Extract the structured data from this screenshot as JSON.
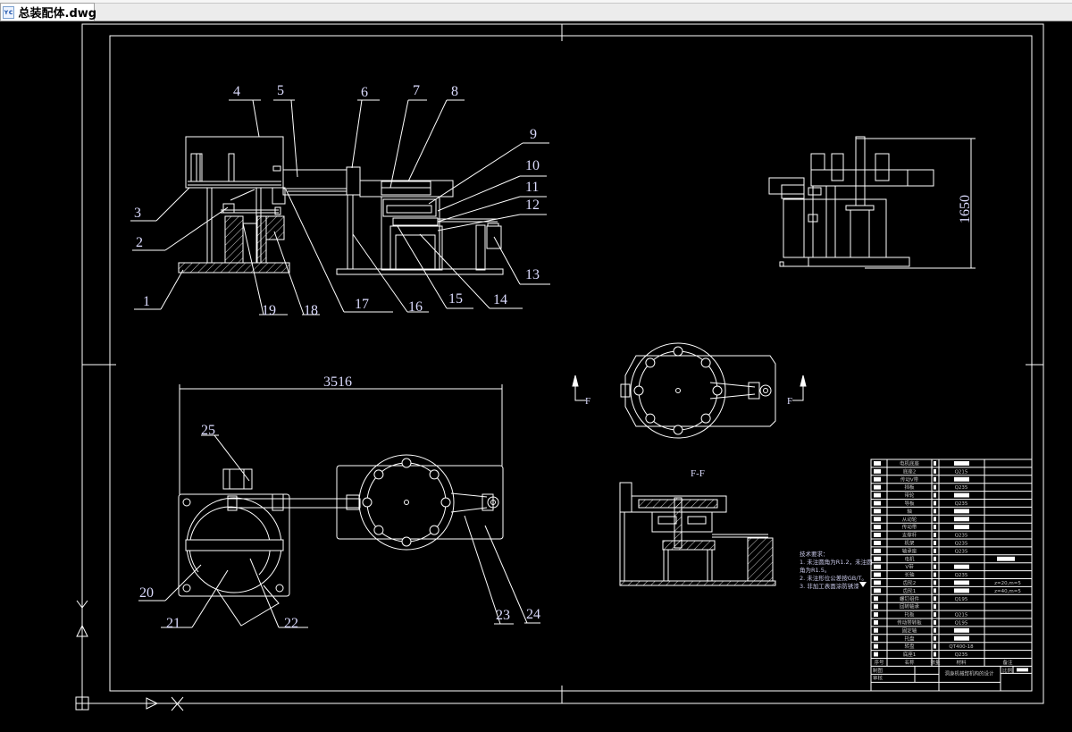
{
  "tab": {
    "icon": "dwg-file-icon",
    "icon_text": "ʏc",
    "title": "总装配体.dwg"
  },
  "labels": [
    "1",
    "2",
    "3",
    "4",
    "5",
    "6",
    "7",
    "8",
    "9",
    "10",
    "11",
    "12",
    "13",
    "14",
    "15",
    "16",
    "17",
    "18",
    "19",
    "20",
    "21",
    "22",
    "23",
    "24",
    "25"
  ],
  "dimensions": {
    "width": "3516",
    "height": "1650"
  },
  "section": {
    "mark": "F",
    "title": "F-F"
  },
  "notes": {
    "title": "技术要求：",
    "lines": [
      "1. 未注圆角为R1.2，未注圆",
      "角为R1.5。",
      "2. 未注形位公差按GB/T。",
      "3. 非加工表面涂防锈漆"
    ]
  },
  "bom": {
    "rows": [
      {
        "name": "电机底座",
        "material": "",
        "block": true
      },
      {
        "name": "底座2",
        "material": "Q215"
      },
      {
        "name": "传动V带",
        "material": "",
        "block": true
      },
      {
        "name": "挡板",
        "material": "Q235"
      },
      {
        "name": "带轮",
        "material": "",
        "block": true
      },
      {
        "name": "导板",
        "material": "Q235"
      },
      {
        "name": "轴",
        "material": "",
        "block": true
      },
      {
        "name": "从动轮",
        "material": "",
        "block": true
      },
      {
        "name": "传动带",
        "material": "",
        "block": true
      },
      {
        "name": "支撑杆",
        "material": "Q235"
      },
      {
        "name": "机架",
        "material": "Q235"
      },
      {
        "name": "轴承座",
        "material": "Q235"
      },
      {
        "name": "电机",
        "material": "",
        "remark_block": true
      },
      {
        "name": "V带",
        "material": "",
        "block": true
      },
      {
        "name": "长轴",
        "material": "Q235"
      },
      {
        "name": "齿轮2",
        "material": "",
        "block": true,
        "remark": "z=20,m=5"
      },
      {
        "name": "齿轮1",
        "material": "",
        "block": true,
        "remark": "z=40,m=5"
      },
      {
        "name": "螺钉组件",
        "material": "Q195"
      },
      {
        "name": "回转轴承",
        "material": ""
      },
      {
        "name": "托板",
        "material": "Q215"
      },
      {
        "name": "传动带转板",
        "material": "Q195"
      },
      {
        "name": "固定轴",
        "material": "",
        "block": true
      },
      {
        "name": "托盘",
        "material": "",
        "block": true
      },
      {
        "name": "转盘",
        "material": "QT400-18"
      },
      {
        "name": "底座1",
        "material": "Q235"
      }
    ],
    "header": {
      "seq": "序号",
      "name": "名称",
      "qty": "数量",
      "material": "材料",
      "remark": "备注"
    },
    "title_block": {
      "drawn": "制图",
      "checked": "审核",
      "design_title": "洞身机械臂机构的设计",
      "scale": "比例"
    }
  },
  "colors": {
    "background": "#000000",
    "lines": "#ffffff",
    "labels": "#dcdcff"
  }
}
